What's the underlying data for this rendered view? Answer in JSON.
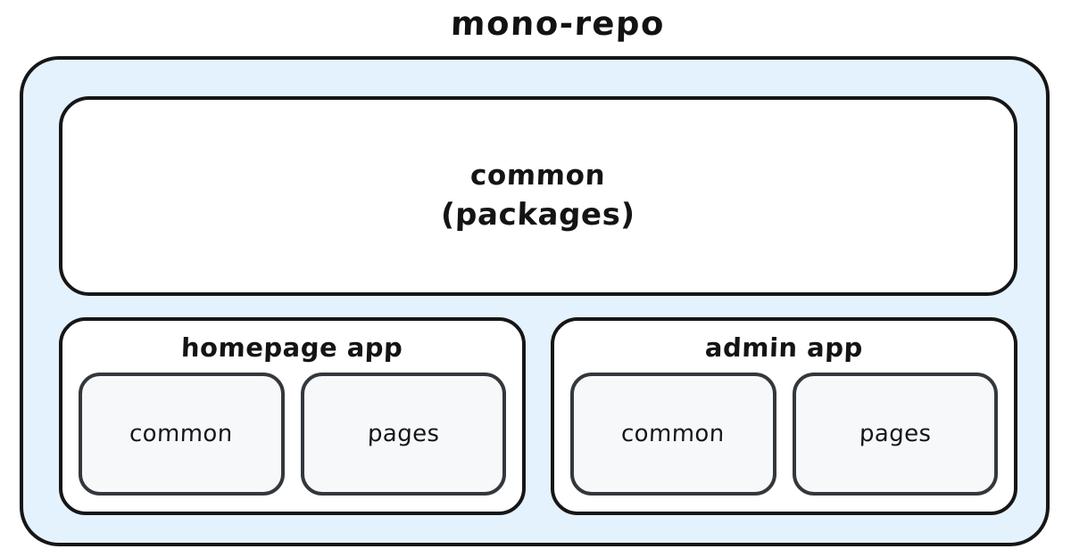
{
  "diagram": {
    "title": "mono-repo",
    "type": "nested-container-architecture-diagram",
    "colors": {
      "repo_shell_fill": "#e3f2fd",
      "panel_fill": "#ffffff",
      "module_fill": "#f7f8fa",
      "outer_stroke": "#161616",
      "module_stroke": "#33383d",
      "text": "#141414",
      "page_background": "#ffffff"
    },
    "packages_panel": {
      "name": "common",
      "qualifier": "(packages)"
    },
    "apps": [
      {
        "title": "homepage app",
        "modules": [
          {
            "label": "common"
          },
          {
            "label": "pages"
          }
        ]
      },
      {
        "title": "admin app",
        "modules": [
          {
            "label": "common"
          },
          {
            "label": "pages"
          }
        ]
      }
    ]
  }
}
